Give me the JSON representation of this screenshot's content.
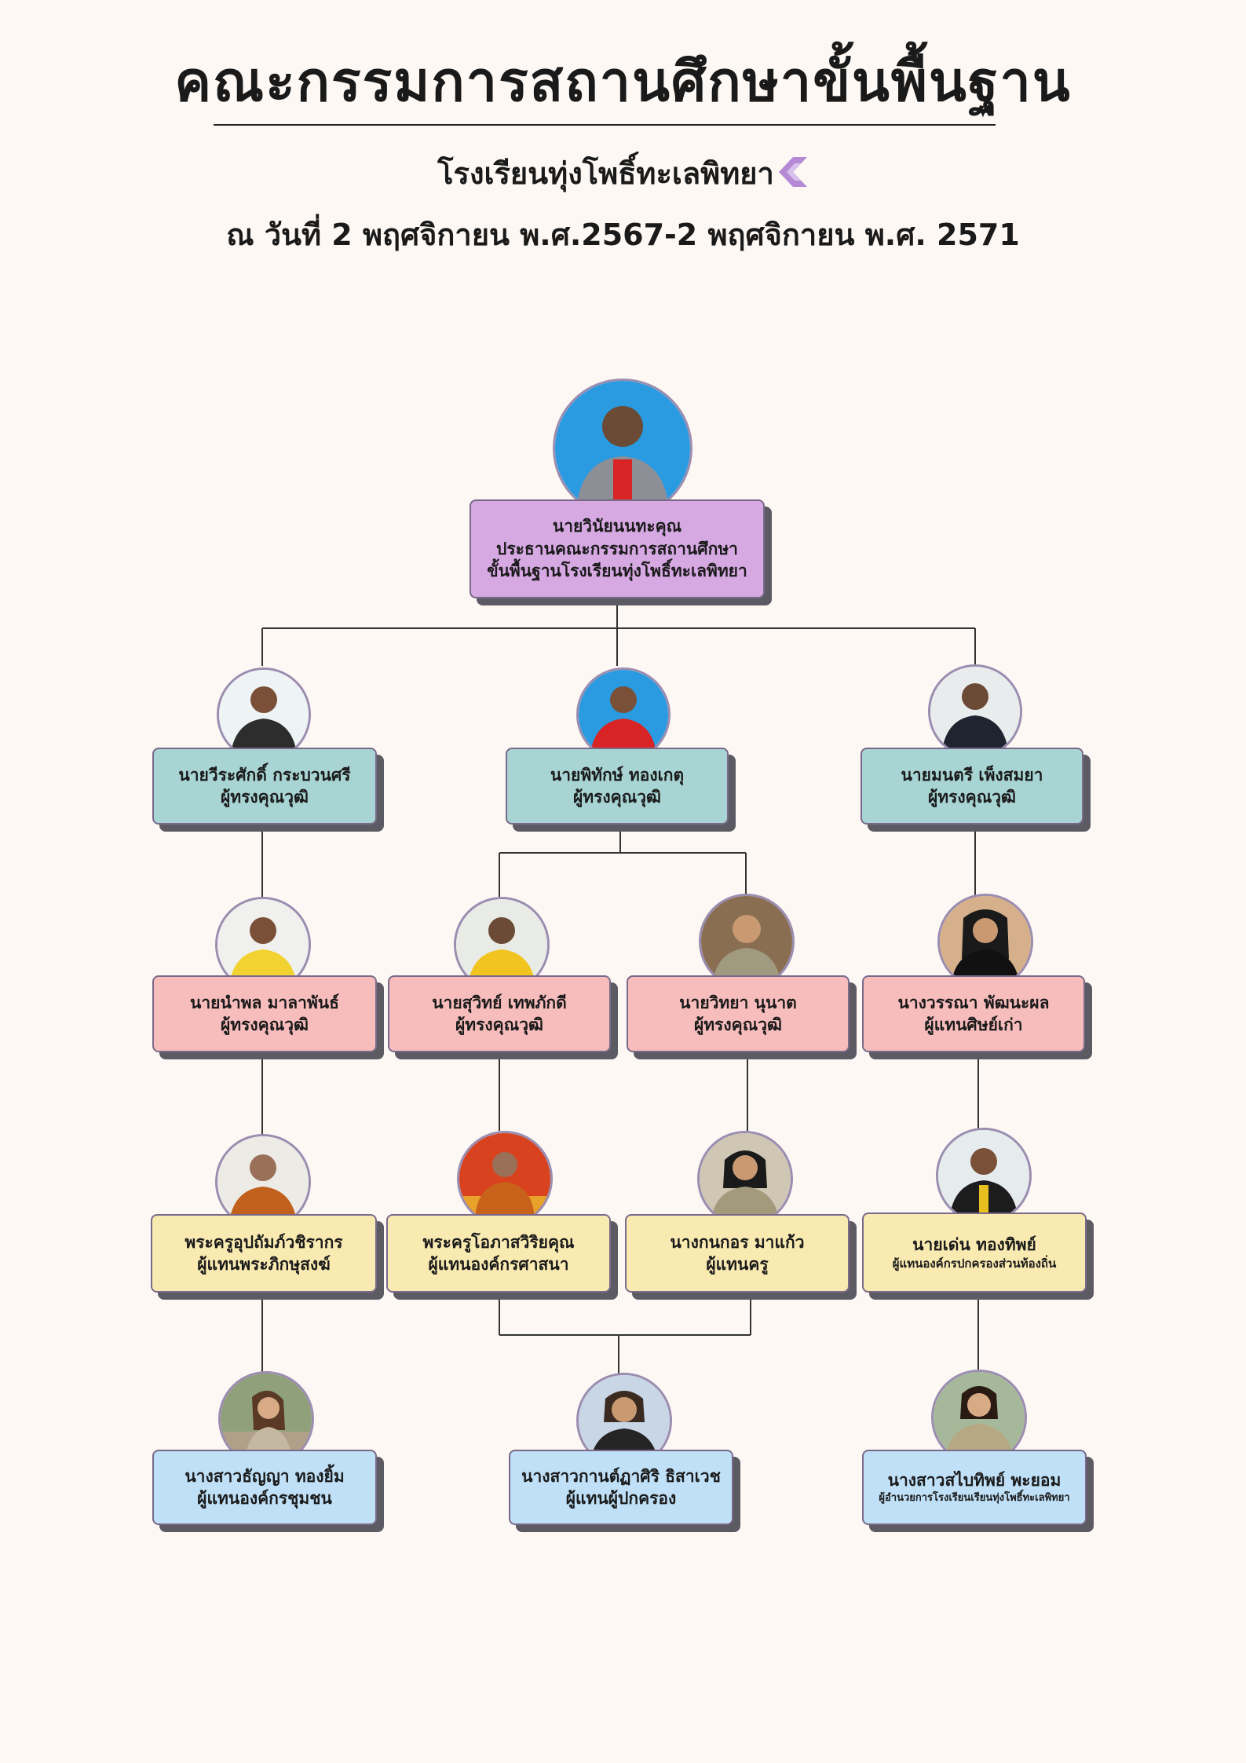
{
  "header": {
    "title": "คณะกรรมการสถานศึกษาขั้นพื้นฐาน",
    "school": "โรงเรียนทุ่งโพธิ์ทะเลพิทยา",
    "date_range": "ณ วันที่ 2 พฤศจิกายน พ.ศ.2567-2 พฤศจิกายน พ.ศ. 2571"
  },
  "members": {
    "chair": {
      "name": "นายวินัยนนทะคุณ",
      "role_line1": "ประธานคณะกรรมการสถานศึกษา",
      "role_line2": "ขั้นพื้นฐานโรงเรียนทุ่งโพธิ์ทะเลพิทยา"
    },
    "q1": {
      "name": "นายวีระศักดิ์ กระบวนศรี",
      "role": "ผู้ทรงคุณวุฒิ"
    },
    "q2": {
      "name": "นายพิทักษ์ ทองเกตุ",
      "role": "ผู้ทรงคุณวุฒิ"
    },
    "q3": {
      "name": "นายมนตรี    เพ็งสมยา",
      "role": "ผู้ทรงคุณวุฒิ"
    },
    "p1": {
      "name": "นายนำพล   มาลาพันธ์",
      "role": "ผู้ทรงคุณวุฒิ"
    },
    "p2": {
      "name": "นายสุวิทย์  เทพภักดี",
      "role": "ผู้ทรงคุณวุฒิ"
    },
    "p3": {
      "name": "นายวิทยา   นุนาต",
      "role": "ผู้ทรงคุณวุฒิ"
    },
    "p4": {
      "name": "นางวรรณา   พัฒนะผล",
      "role": "ผู้แทนศิษย์เก่า"
    },
    "y1": {
      "name": "พระครูอุปถัมภ์วชิรากร",
      "role": "ผู้แทนพระภิกษุสงฆ์"
    },
    "y2": {
      "name": "พระครูโอภาสวิริยคุณ",
      "role": "ผู้แทนองค์กรศาสนา"
    },
    "y3": {
      "name": "นางกนกอร  มาแก้ว",
      "role": "ผู้แทนครู"
    },
    "y4": {
      "name": "นายเด่น   ทองทิพย์",
      "role": "ผู้แทนองค์กรปกครองส่วนท้องถิ่น"
    },
    "b1": {
      "name": "นางสาวธัญญา  ทองยิ้ม",
      "role": "ผู้แทนองค์กรชุมชน"
    },
    "b2": {
      "name": "นางสาวกานต์ฏาศิริ  ธิสาเวช",
      "role": "ผู้แทนผู้ปกครอง"
    },
    "b3": {
      "name": "นางสาวสไบทิพย์ พะยอม",
      "role": "ผู้อำนวยการโรงเรียนเรียนทุ่งโพธิ์ทะเลพิทยา"
    }
  },
  "colors": {
    "background": "#fdf8f4",
    "chair": "#d7a9e3",
    "tier1": "#a8d4d4",
    "tier2": "#f7bcbc",
    "tier3": "#f9eab2",
    "tier4": "#bfe0f7",
    "shadow": "#5c5a62"
  },
  "icons": {
    "school_logo": "chevron-logo-icon"
  }
}
